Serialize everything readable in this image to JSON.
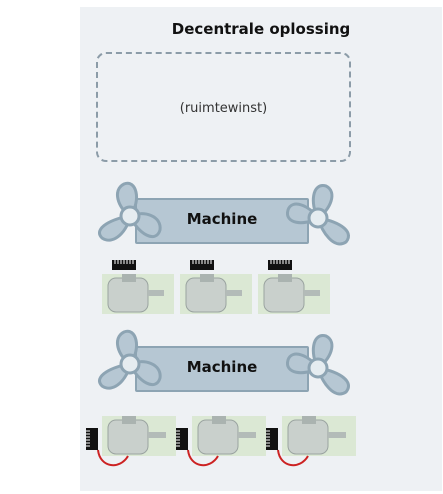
{
  "title": "Decentrale oplossing",
  "space_saving_label": "(ruimtewinst)",
  "machines": [
    {
      "label": "Machine",
      "motor_count": 3,
      "drive_placement": "top"
    },
    {
      "label": "Machine",
      "motor_count": 3,
      "drive_placement": "side-with-cable"
    }
  ],
  "icons": [
    "fan-icon",
    "motor-icon",
    "drive-icon",
    "cable-icon"
  ],
  "colors": {
    "panel": "#eef1f4",
    "machine_fill": "#b6c7d3",
    "machine_border": "#8da4b3",
    "dashed_border": "#8c9ca8",
    "motor_body": "#c9d0cc",
    "motor_bg": "#dbe8d4",
    "drive": "#111111",
    "cable": "#cc2222"
  }
}
